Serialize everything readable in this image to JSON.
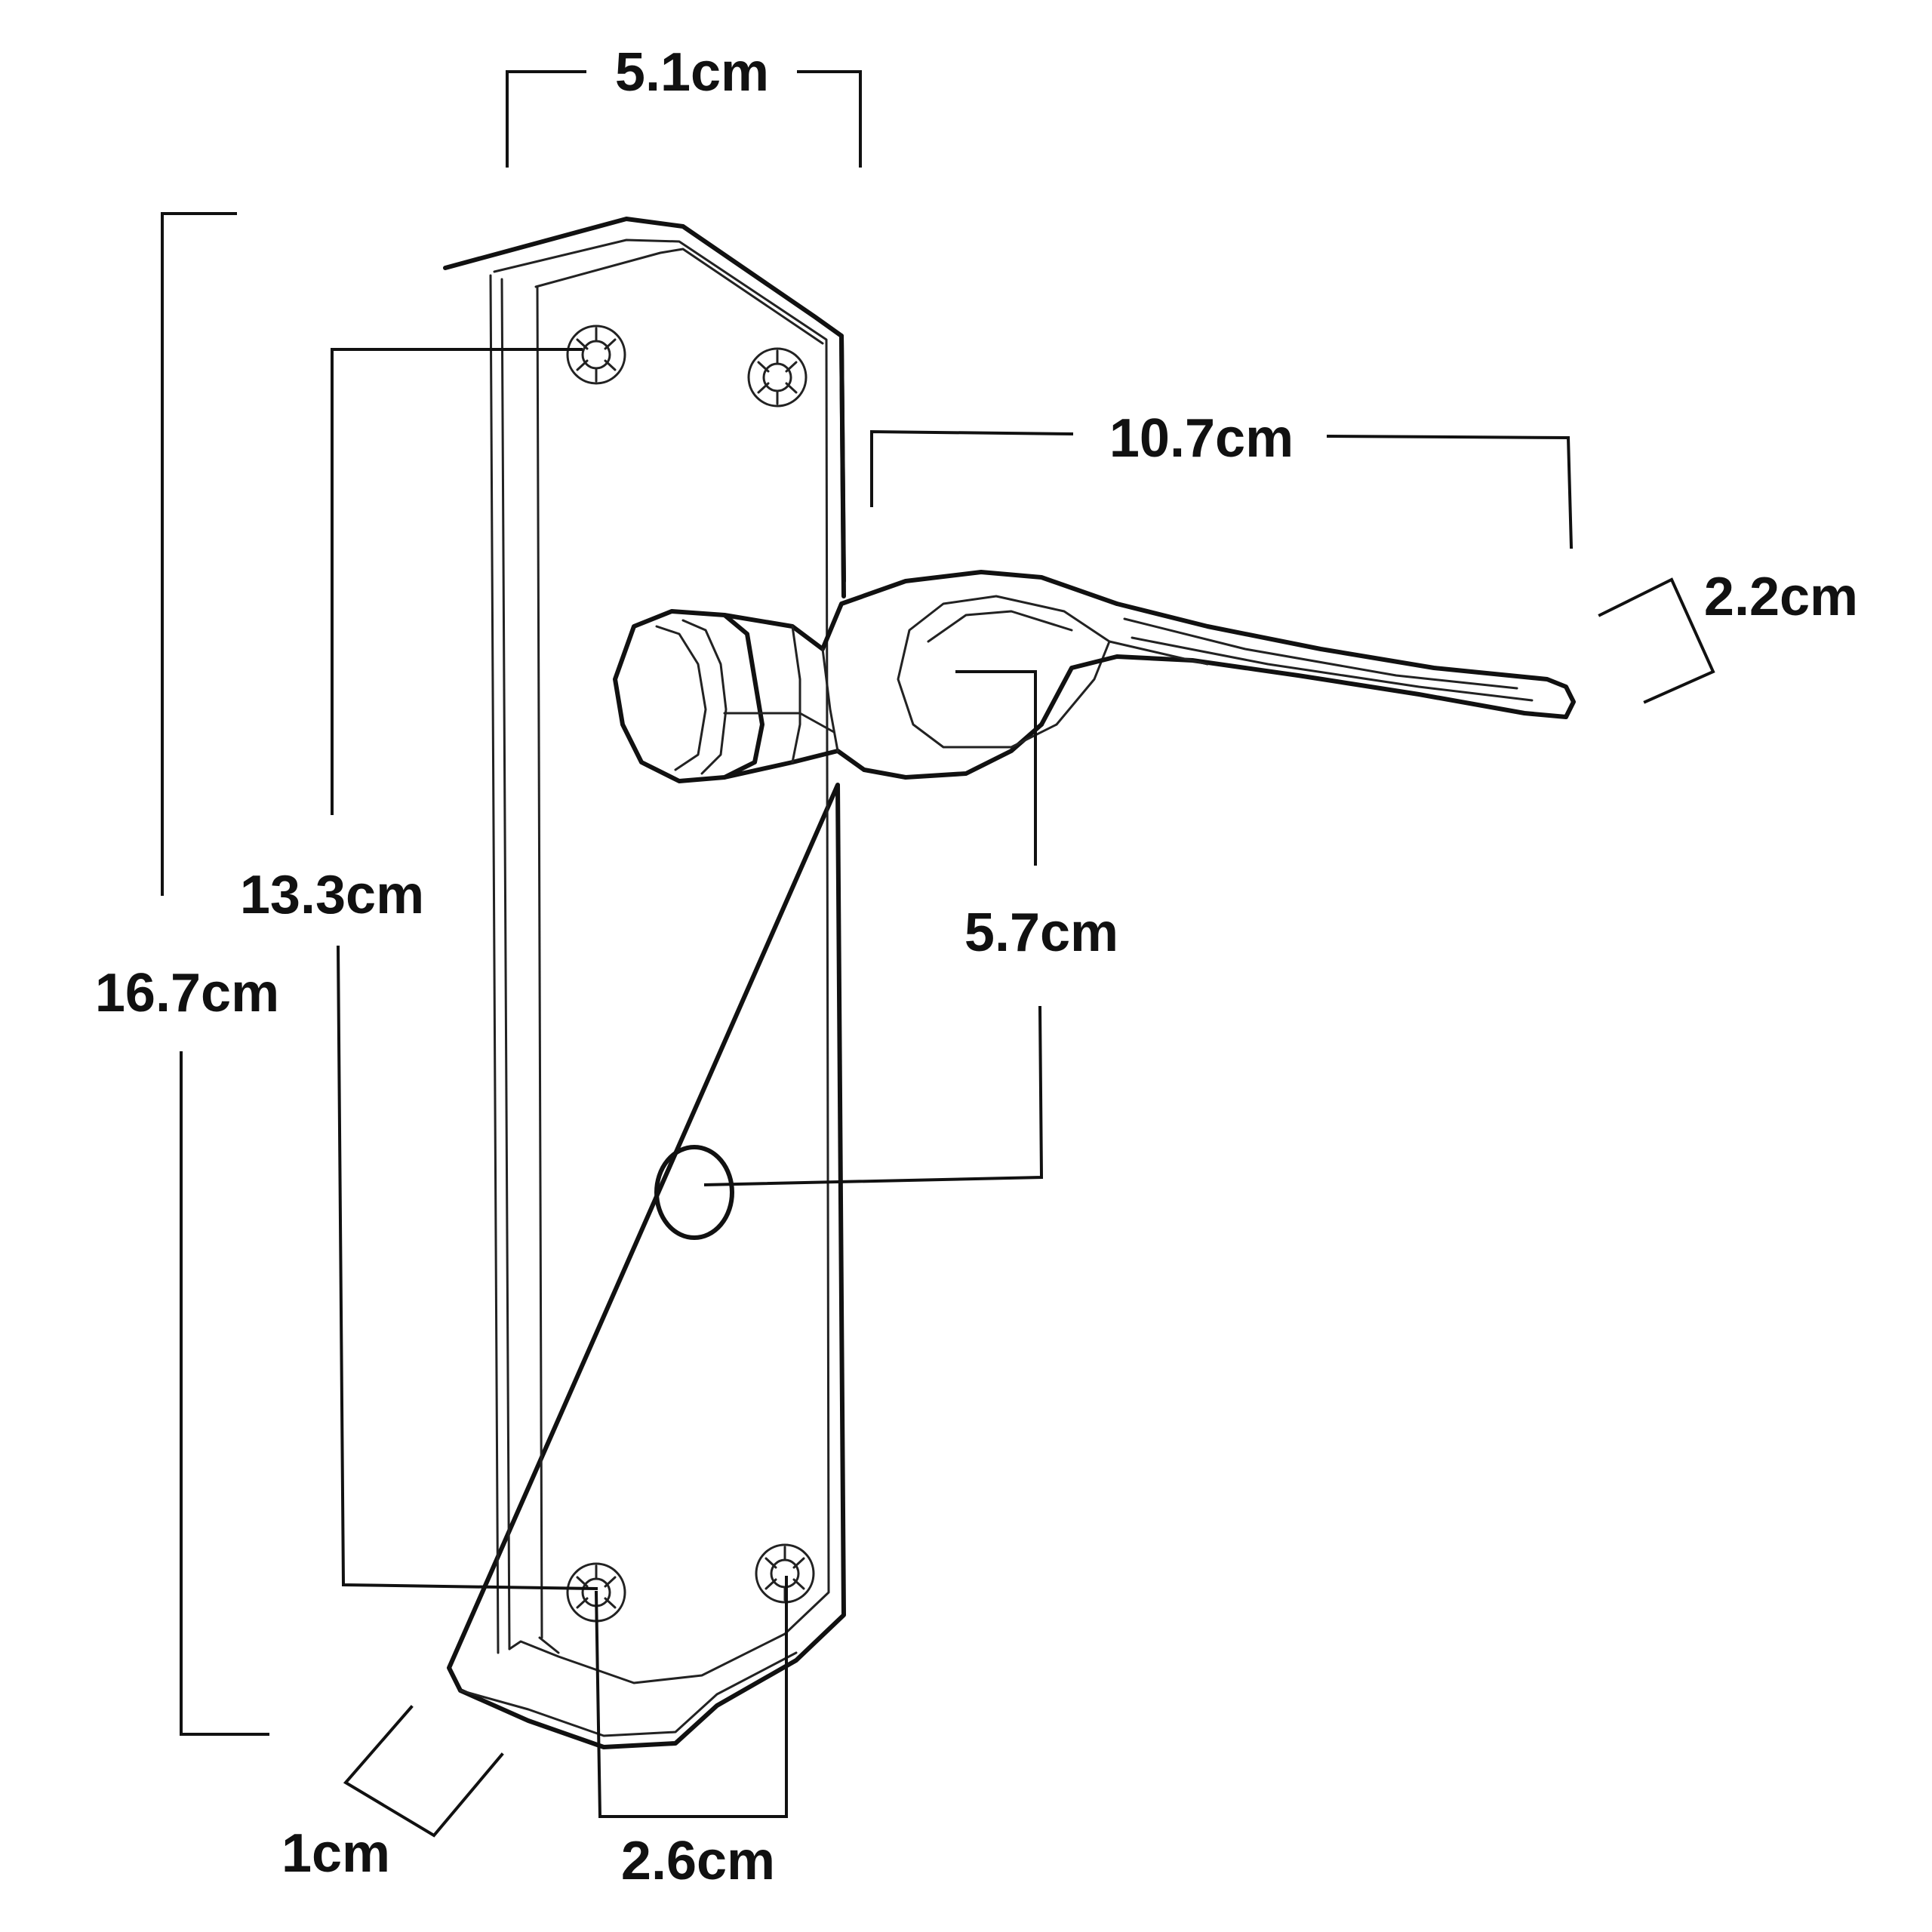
{
  "diagram": {
    "dimensions": {
      "plate_width": "5.1cm",
      "plate_height": "16.7cm",
      "screw_spacing_vertical": "13.3cm",
      "lever_length": "10.7cm",
      "lever_tip_width": "2.2cm",
      "lever_to_keyhole": "5.7cm",
      "plate_thickness": "1cm",
      "screw_spacing_horizontal": "2.6cm"
    },
    "colors": {
      "ink": "#111111",
      "background": "#ffffff"
    },
    "icons": [
      "door-lever-handle-drawing",
      "screw-hole-icon",
      "keyhole-icon"
    ]
  }
}
